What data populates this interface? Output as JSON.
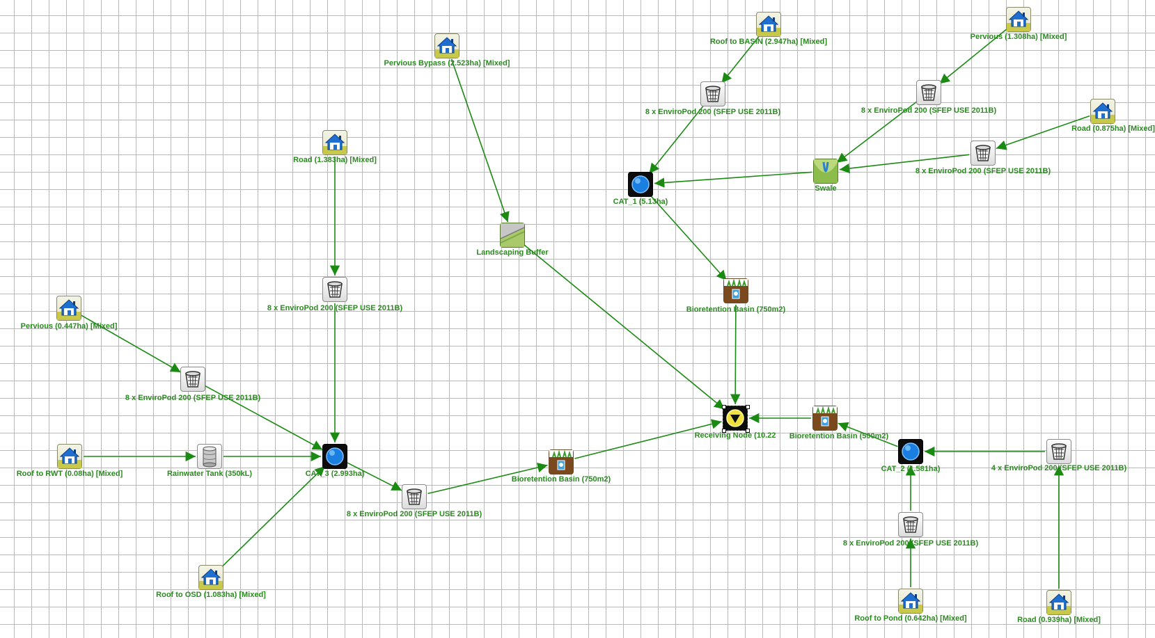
{
  "colors": {
    "edge": "#1a8a12",
    "label": "#2a8a1f",
    "grid": "#b9b9b9"
  },
  "nodes": [
    {
      "id": "pervious_bypass",
      "kind": "house",
      "icon": "house-icon",
      "label": "Pervious Bypass (2.523ha) [Mixed]"
    },
    {
      "id": "roof_basin",
      "kind": "house",
      "icon": "house-icon",
      "label": "Roof to BASIN (2.947ha) [Mixed]"
    },
    {
      "id": "pervious_1308",
      "kind": "house",
      "icon": "house-icon",
      "label": "Pervious (1.308ha) [Mixed]"
    },
    {
      "id": "road_0875",
      "kind": "house",
      "icon": "house-icon",
      "label": "Road (0.875ha) [Mixed]"
    },
    {
      "id": "road_1383",
      "kind": "house",
      "icon": "house-icon",
      "label": "Road (1.383ha) [Mixed]"
    },
    {
      "id": "pod_basin",
      "kind": "pod",
      "icon": "trash-bin-icon",
      "label": "8 x EnviroPod 200 (SFEP USE 2011B)"
    },
    {
      "id": "pod_pervious",
      "kind": "pod",
      "icon": "trash-bin-icon",
      "label": "8 x EnviroPod 200 (SFEP USE 2011B)"
    },
    {
      "id": "pod_road0875",
      "kind": "pod",
      "icon": "trash-bin-icon",
      "label": "8 x EnviroPod 200 (SFEP USE 2011B)"
    },
    {
      "id": "swale",
      "kind": "swale",
      "icon": "swale-icon",
      "label": "Swale"
    },
    {
      "id": "cat1",
      "kind": "node",
      "icon": "catchment-node-icon",
      "label": "CAT_1 (5.13ha)"
    },
    {
      "id": "buffer",
      "kind": "buffer",
      "icon": "landscaping-buffer-icon",
      "label": "Landscaping Buffer"
    },
    {
      "id": "pod_road1383",
      "kind": "pod",
      "icon": "trash-bin-icon",
      "label": "8 x EnviroPod 200 (SFEP USE 2011B)"
    },
    {
      "id": "bio_top",
      "kind": "bio",
      "icon": "bioretention-icon",
      "label": "Bioretention Basin (750m2)"
    },
    {
      "id": "pervious_0447",
      "kind": "house",
      "icon": "house-icon",
      "label": "Pervious (0.447ha) [Mixed]"
    },
    {
      "id": "pod_pervious0447",
      "kind": "pod",
      "icon": "trash-bin-icon",
      "label": "8 x EnviroPod 200 (SFEP USE 2011B)"
    },
    {
      "id": "receiving",
      "kind": "recv",
      "icon": "receiving-node-icon",
      "label": "Receiving Node (10.22"
    },
    {
      "id": "bio_500",
      "kind": "bio",
      "icon": "bioretention-icon",
      "label": "Bioretention Basin (500m2)"
    },
    {
      "id": "cat2",
      "kind": "node",
      "icon": "catchment-node-icon",
      "label": "CAT_2 (1.581ha)"
    },
    {
      "id": "pod4",
      "kind": "pod",
      "icon": "trash-bin-icon",
      "label": "4 x EnviroPod 200 (SFEP USE 2011B)"
    },
    {
      "id": "roof_rwt",
      "kind": "house",
      "icon": "house-icon",
      "label": "Roof to RWT (0.08ha) [Mixed]"
    },
    {
      "id": "tank",
      "kind": "tank",
      "icon": "rainwater-tank-icon",
      "label": "Rainwater Tank (350kL)"
    },
    {
      "id": "cat3",
      "kind": "node",
      "icon": "catchment-node-icon",
      "label": "CAT_3 (2.993ha)"
    },
    {
      "id": "bio_750b",
      "kind": "bio",
      "icon": "bioretention-icon",
      "label": "Bioretention Basin (750m2)"
    },
    {
      "id": "pod_cat3",
      "kind": "pod",
      "icon": "trash-bin-icon",
      "label": "8 x EnviroPod 200 (SFEP USE 2011B)"
    },
    {
      "id": "pod_pond",
      "kind": "pod",
      "icon": "trash-bin-icon",
      "label": "8 x EnviroPod 200 (SFEP USE 2011B)"
    },
    {
      "id": "roof_osd",
      "kind": "house",
      "icon": "house-icon",
      "label": "Roof to OSD (1.083ha) [Mixed]"
    },
    {
      "id": "roof_pond",
      "kind": "house",
      "icon": "house-icon",
      "label": "Roof to Pond (0.642ha) [Mixed]"
    },
    {
      "id": "road_0939",
      "kind": "house",
      "icon": "house-icon",
      "label": "Road (0.939ha) [Mixed]"
    }
  ],
  "edges": [
    [
      "roof_basin",
      "pod_basin"
    ],
    [
      "pod_basin",
      "cat1"
    ],
    [
      "pervious_1308",
      "pod_pervious"
    ],
    [
      "pod_pervious",
      "swale"
    ],
    [
      "road_0875",
      "pod_road0875"
    ],
    [
      "pod_road0875",
      "swale"
    ],
    [
      "swale",
      "cat1"
    ],
    [
      "cat1",
      "bio_top"
    ],
    [
      "bio_top",
      "receiving"
    ],
    [
      "pervious_bypass",
      "buffer"
    ],
    [
      "buffer",
      "receiving"
    ],
    [
      "road_1383",
      "pod_road1383"
    ],
    [
      "pod_road1383",
      "cat3"
    ],
    [
      "pervious_0447",
      "pod_pervious0447"
    ],
    [
      "pod_pervious0447",
      "cat3"
    ],
    [
      "roof_rwt",
      "tank"
    ],
    [
      "tank",
      "cat3"
    ],
    [
      "roof_osd",
      "cat3"
    ],
    [
      "cat3",
      "pod_cat3"
    ],
    [
      "pod_cat3",
      "bio_750b"
    ],
    [
      "bio_750b",
      "receiving"
    ],
    [
      "bio_500",
      "receiving"
    ],
    [
      "cat2",
      "bio_500"
    ],
    [
      "pod4",
      "cat2"
    ],
    [
      "road_0939",
      "pod4"
    ],
    [
      "roof_pond",
      "pod_pond"
    ],
    [
      "pod_pond",
      "cat2"
    ]
  ]
}
